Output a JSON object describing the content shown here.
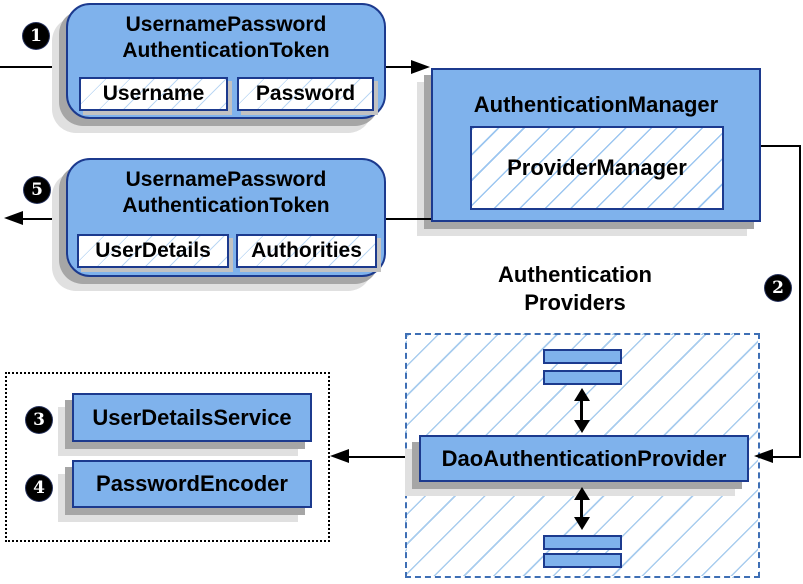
{
  "colors": {
    "box-blue": "#7fb2ec",
    "navy": "#1c3a8e",
    "hatch-blue": "#9cc6f0",
    "dash-blue": "#3e6fb5",
    "shadow-dark": "#a6a6a6",
    "shadow-light": "#e0e0e0"
  },
  "steps": {
    "s1": "1",
    "s2": "2",
    "s3": "3",
    "s4": "4",
    "s5": "5"
  },
  "request_token": {
    "title1": "UsernamePassword",
    "title2": "AuthenticationToken",
    "field1": "Username",
    "field2": "Password"
  },
  "auth_manager": {
    "title": "AuthenticationManager",
    "provider": "ProviderManager"
  },
  "result_token": {
    "title1": "UsernamePassword",
    "title2": "AuthenticationToken",
    "field1": "UserDetails",
    "field2": "Authorities"
  },
  "providers": {
    "label1": "Authentication",
    "label2": "Providers",
    "dao": "DaoAuthenticationProvider"
  },
  "services": {
    "user_details": "UserDetailsService",
    "password_encoder": "PasswordEncoder"
  }
}
